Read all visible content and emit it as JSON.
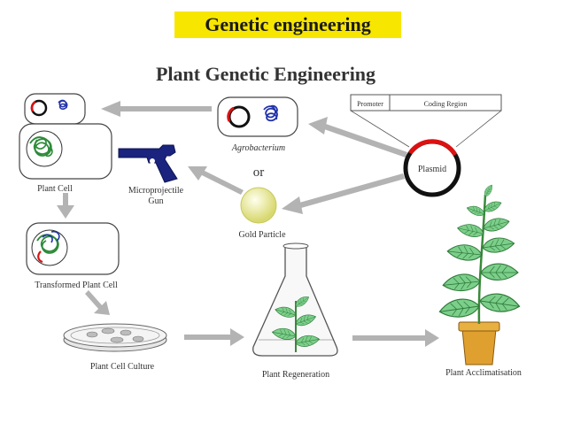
{
  "slide_title": "Genetic engineering",
  "diagram": {
    "title": "Plant Genetic Engineering",
    "labels": {
      "promoter": "Promoter",
      "coding_region": "Coding Region",
      "plasmid": "Plasmid",
      "agrobacterium": "Agrobacterium",
      "or": "or",
      "plant_cell": "Plant Cell",
      "gun_line1": "Microprojectile",
      "gun_line2": "Gun",
      "gold_particle": "Gold Particle",
      "transformed_plant_cell": "Transformed Plant Cell",
      "plant_cell_culture": "Plant Cell Culture",
      "plant_regeneration": "Plant Regeneration",
      "plant_acclimatisation": "Plant Acclimatisation"
    },
    "colors": {
      "title_highlight": "#f7e600",
      "arrow": "#b3b3b3",
      "dna_blue": "#2233aa",
      "dna_green": "#2e8b3a",
      "plasmid_insert": "#dd1111",
      "leaf": "#7ccf8a",
      "stem": "#3a8a3a",
      "pot": "#e0a030",
      "gold": "#e8e890",
      "gun": "#1a237e"
    }
  }
}
